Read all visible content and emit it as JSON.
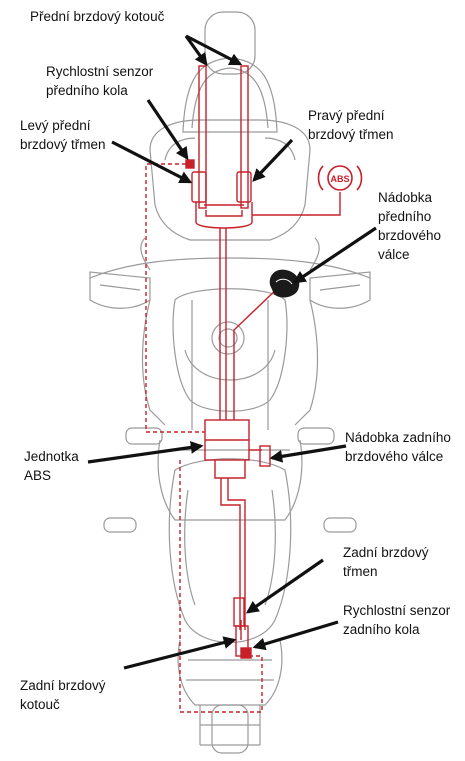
{
  "labels": {
    "front_disc": [
      "Přední brzdový kotouč"
    ],
    "front_speed_sensor": [
      "Rychlostní senzor",
      "předního kola"
    ],
    "left_front_caliper": [
      "Levý přední",
      "brzdový třmen"
    ],
    "right_front_caliper": [
      "Pravý přední",
      "brzdový třmen"
    ],
    "front_master_reservoir": [
      "Nádobka",
      "předního",
      "brzdového",
      "válce"
    ],
    "abs_unit": [
      "Jednotka",
      "ABS"
    ],
    "rear_master_reservoir": [
      "Nádobka zadního",
      "brzdového válce"
    ],
    "rear_caliper": [
      "Zadní brzdový",
      "třmen"
    ],
    "rear_speed_sensor": [
      "Rychlostní senzor",
      "zadního kola"
    ],
    "rear_disc": [
      "Zadní brzdový",
      "kotouč"
    ]
  },
  "abs_warning_icon": {
    "text": "ABS",
    "icon": "abs-warning-lamp-icon"
  },
  "colors": {
    "brake_system": "#c8202a",
    "motorcycle_outline": "#9a9a9a",
    "arrow": "#111111",
    "text": "#111111"
  }
}
